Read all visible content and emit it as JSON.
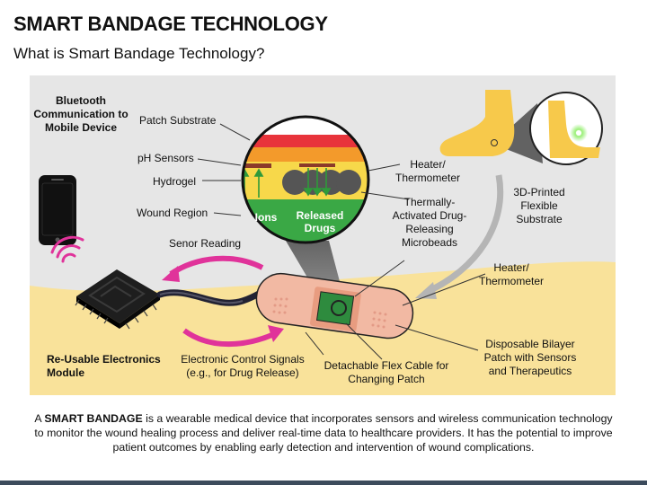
{
  "header": {
    "title": "SMART BANDAGE TECHNOLOGY",
    "subtitle": "What is Smart Bandage Technology?"
  },
  "labels": {
    "bluetooth": "Bluetooth Communication to Mobile Device",
    "patch_substrate": "Patch Substrate",
    "ph_sensors": "pH Sensors",
    "hydrogel": "Hydrogel",
    "wound_region": "Wound Region",
    "sensor_reading": "Senor Reading",
    "heater_thermometer_top": "Heater/ Thermometer",
    "microbeads": "Thermally-Activated Drug-Releasing Microbeads",
    "substrate_3d": "3D-Printed Flexible Substrate",
    "heater_thermometer_right": "Heater/ Thermometer",
    "electronics_module": "Re-Usable Electronics Module",
    "control_signals": "Electronic Control Signals (e.g., for Drug Release)",
    "flex_cable": "Detachable Flex Cable for Changing Patch",
    "bilayer_patch": "Disposable Bilayer Patch with Sensors and Therapeutics",
    "ions": "Ions",
    "released_drugs": "Released Drugs"
  },
  "description": {
    "prefix": "A ",
    "bold": "SMART BANDAGE",
    "suffix": " is a wearable medical device that incorporates sensors and wireless communication technology to monitor the wound healing process and deliver real-time data to healthcare providers. It has the potential to improve patient outcomes by enabling early detection and intervention of wound complications."
  },
  "colors": {
    "panel": "#e6e6e6",
    "skin": "#f9e29a",
    "bandage": "#f2b9a3",
    "chip": "#1e1e1e",
    "arrow_magenta": "#e0339a",
    "layer_red": "#e8343b",
    "layer_orange": "#f39a2b",
    "layer_yellow": "#f7d84a",
    "layer_green": "#3aa845",
    "foot": "#f7c94b",
    "footer": "#3c4b5c"
  }
}
